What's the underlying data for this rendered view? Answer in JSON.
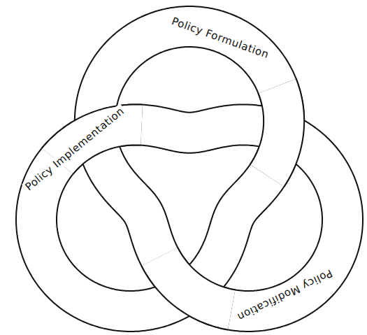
{
  "diagram": {
    "labels": [
      "Policy Formulation",
      "Policy Implementation",
      "Policy Modification"
    ]
  }
}
